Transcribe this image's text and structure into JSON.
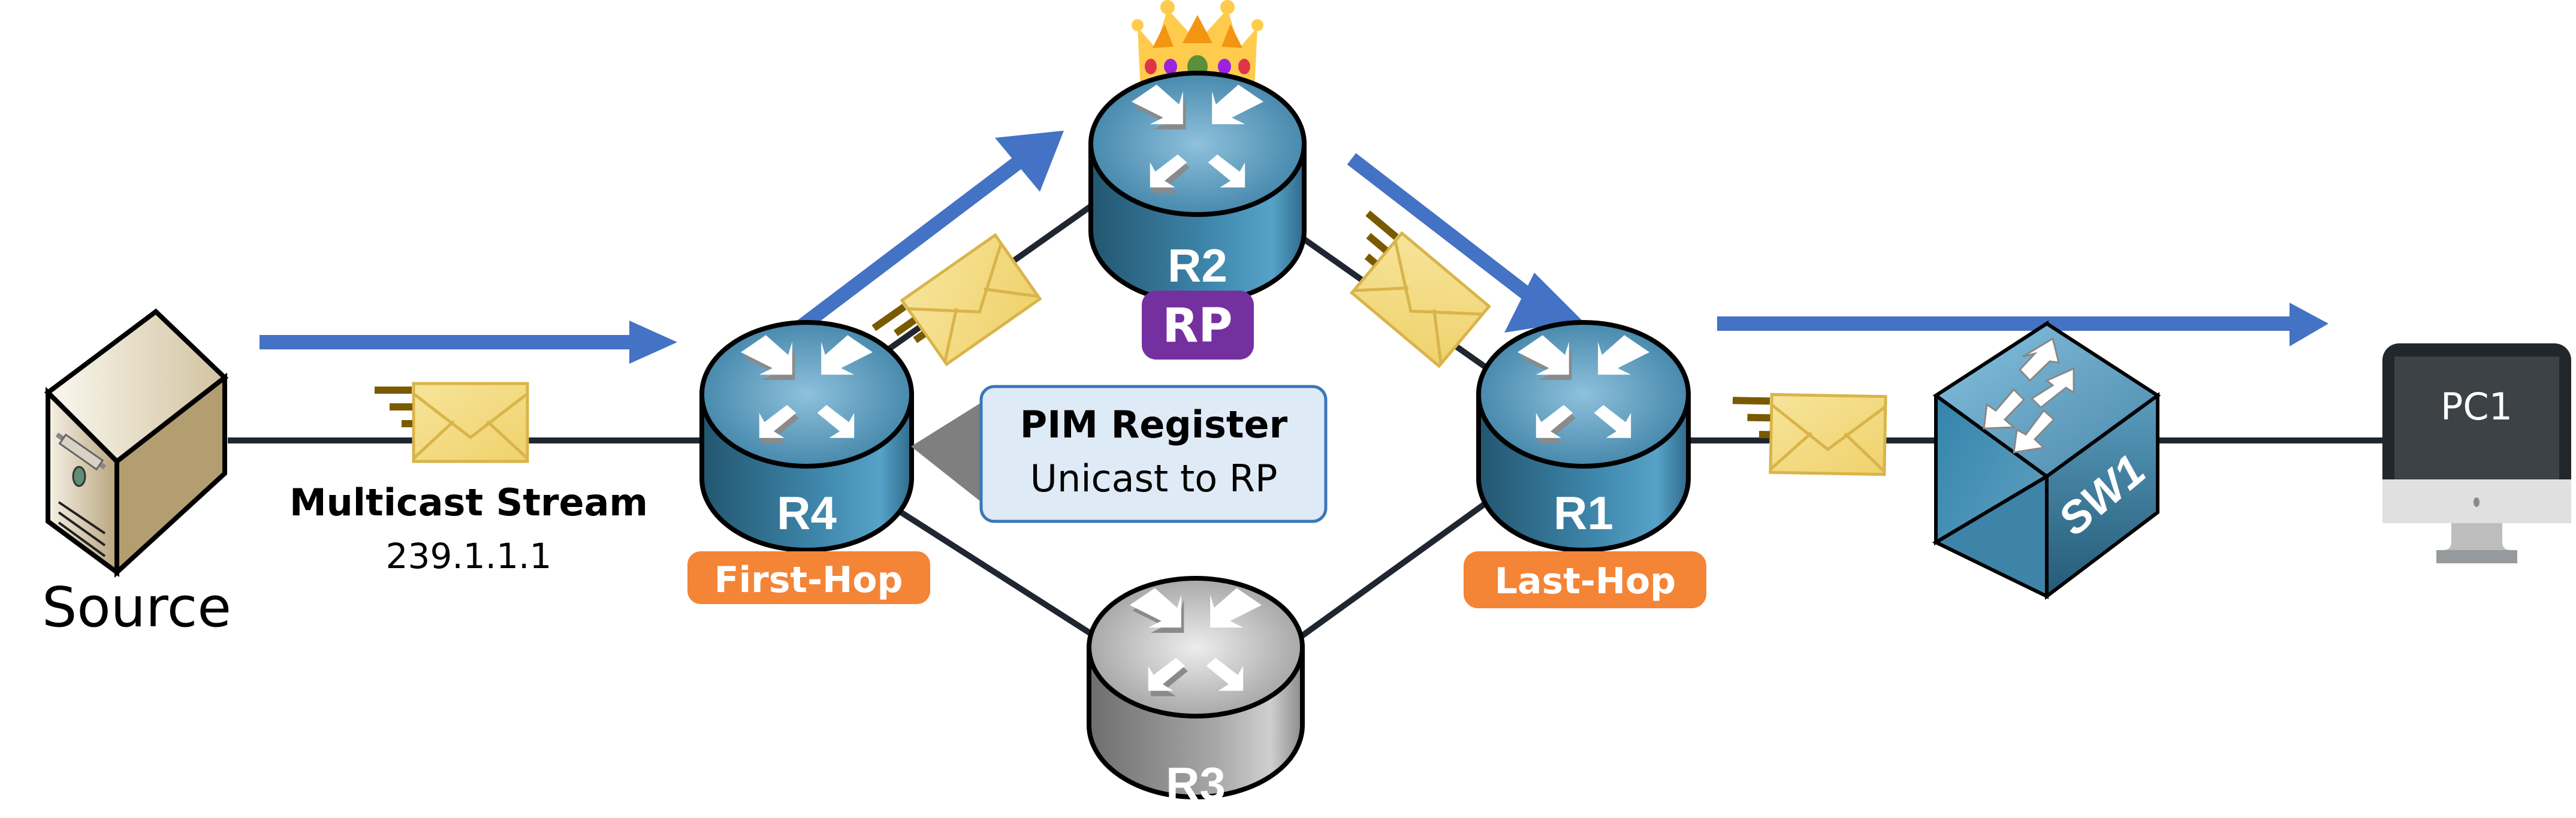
{
  "diagram": {
    "title": "PIM Sparse Mode Register Process",
    "devices": {
      "source": {
        "label": "Source"
      },
      "r4": {
        "label": "R4",
        "role_badge": "First-Hop"
      },
      "r2": {
        "label": "R2",
        "role_badge": "RP"
      },
      "r1": {
        "label": "R1",
        "role_badge": "Last-Hop"
      },
      "r3": {
        "label": "R3"
      },
      "sw1": {
        "label": "SW1"
      },
      "pc1": {
        "label": "PC1"
      }
    },
    "stream": {
      "title": "Multicast Stream",
      "group": "239.1.1.1"
    },
    "callout": {
      "title": "PIM Register",
      "subtitle": "Unicast to RP"
    },
    "colors": {
      "flow_arrow": "#4472C4",
      "link": "#1F2630",
      "router_blue": "#3B7FA3",
      "router_gray": "#A0A0A0",
      "badge_orange": "#F48436",
      "badge_purple": "#7530A0",
      "callout_bg": "#DEEAF6",
      "callout_border": "#3A75B8",
      "envelope": "#F2D97A"
    }
  }
}
